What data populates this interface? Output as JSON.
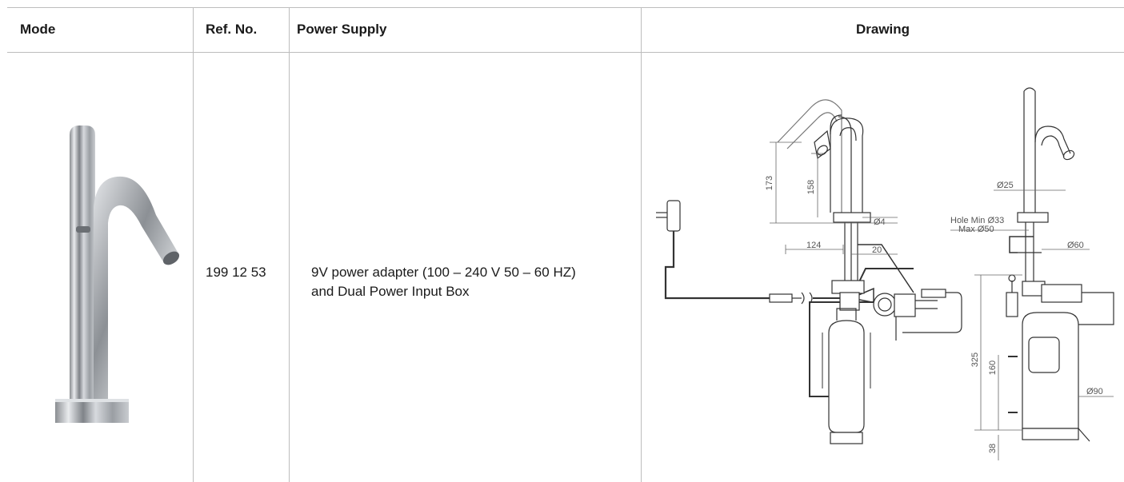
{
  "headers": {
    "mode": "Mode",
    "ref_no": "Ref. No.",
    "power_supply": "Power Supply",
    "drawing": "Drawing"
  },
  "row": {
    "ref_no": "199 12 53",
    "power_line1": "9V power adapter (100 – 240 V 50 – 60 HZ)",
    "power_line2": "and Dual Power Input Box"
  },
  "dimensions": {
    "d173": "173",
    "d158": "158",
    "d4": "Ø4",
    "d124": "124",
    "d20": "20",
    "d25": "Ø25",
    "hole_min": "Hole Min Ø33",
    "hole_max": "Max Ø50",
    "d60": "Ø60",
    "d325": "325",
    "d160": "160",
    "d90": "Ø90",
    "d38": "38"
  },
  "colors": {
    "border": "#bdbdbd",
    "line": "#333333",
    "dim": "#666666"
  }
}
